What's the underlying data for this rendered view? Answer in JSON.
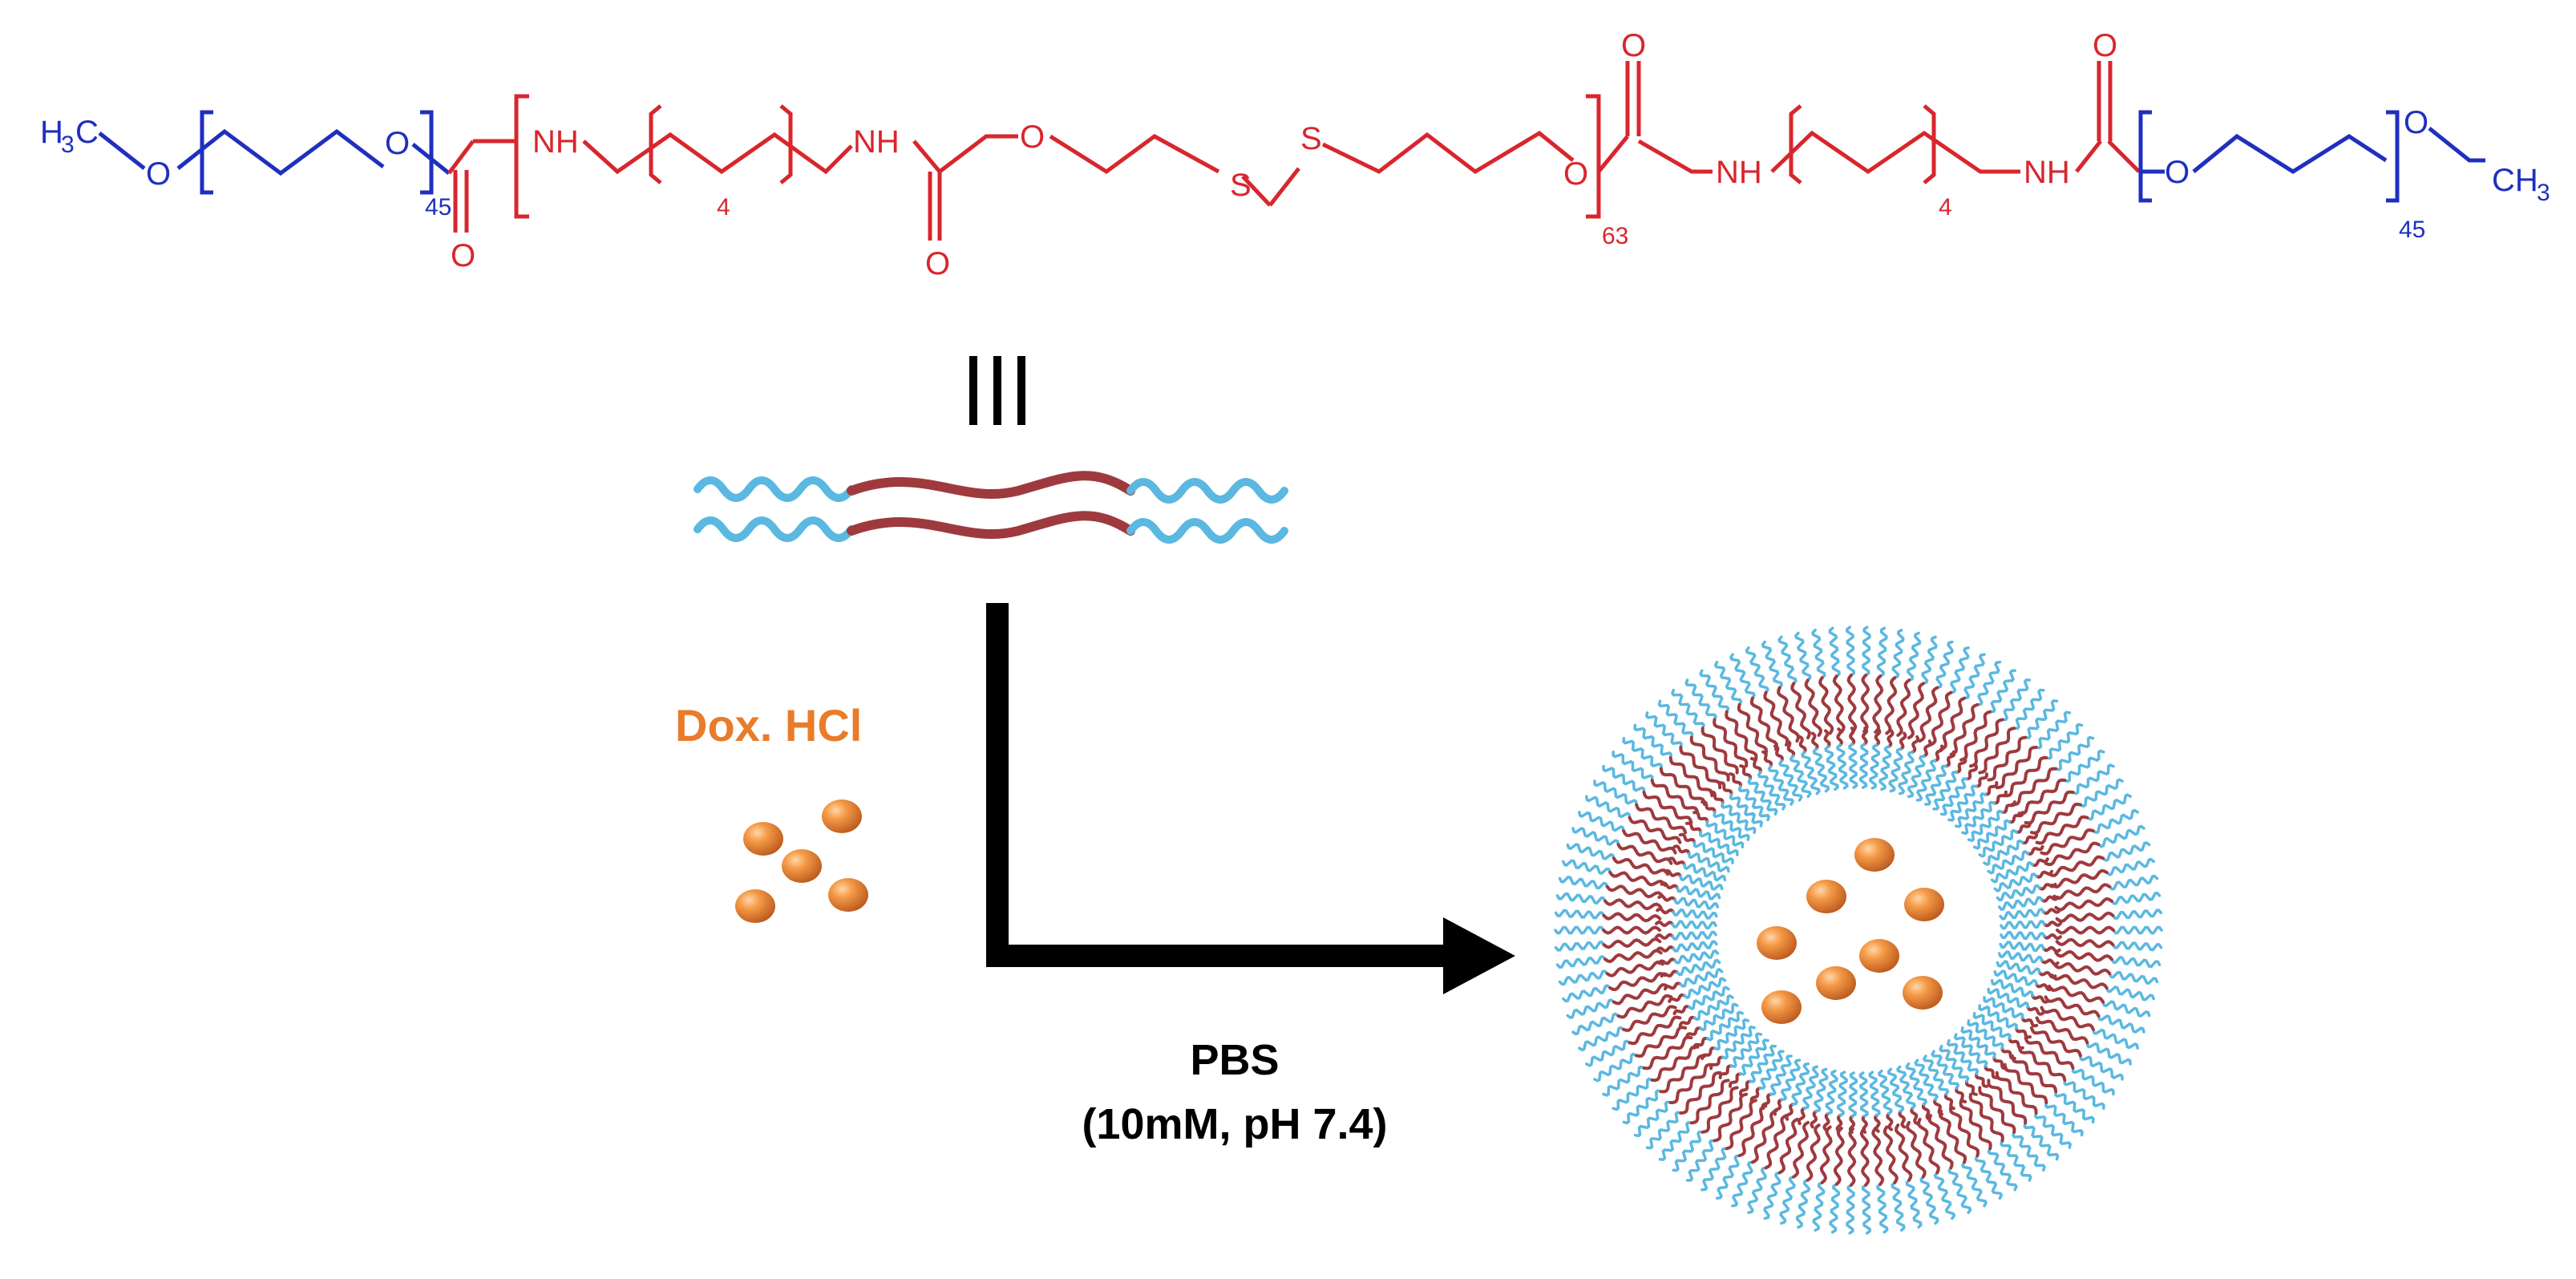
{
  "colors": {
    "peg": "#1f2fbf",
    "core": "#d8262d",
    "peg_chain": "#5bb8e0",
    "core_chain": "#9e3a3e",
    "drug": "#e87c2a",
    "arrow": "#000000"
  },
  "structure": {
    "left_end": {
      "h": "H",
      "sub3": "3",
      "c": "C",
      "o": "O"
    },
    "peg_left_o": "O",
    "peg_left_n": "45",
    "carbonyl_o_1": "O",
    "nh_1": "NH",
    "n4_1": "4",
    "nh_2": "NH",
    "carbonyl_o_2": "O",
    "ester_o": "O",
    "s1": "S",
    "s2": "S",
    "core_o_end": "O",
    "core_n": "63",
    "carbonyl_o_3": "O",
    "nh_3": "NH",
    "n4_2": "4",
    "nh_4": "NH",
    "carbonyl_o_4": "O",
    "peg_right_o": "O",
    "peg_right_n": "45",
    "right_end": {
      "o": "O",
      "ch": "CH",
      "sub3": "3"
    }
  },
  "equivalence_symbol": "|||",
  "drug_label": "Dox. HCl",
  "conditions": {
    "line1": "PBS",
    "line2": "(10mM, pH 7.4)"
  }
}
